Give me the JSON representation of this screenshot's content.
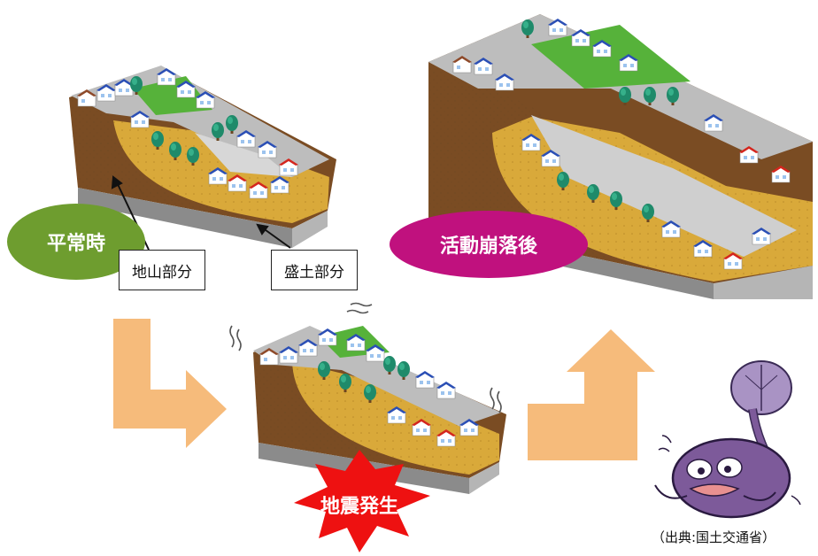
{
  "labels": {
    "normal": "平常時",
    "natural_ground": "地山部分",
    "fill_part": "盛土部分",
    "earthquake": "地震発生",
    "after_collapse": "活動崩落後"
  },
  "source": "（出典:国土交通省）",
  "colors": {
    "normal_oval": "#6e9d2f",
    "after_oval": "#c0117e",
    "earthquake_burst": "#ee1111",
    "arrow": "#f6bb7b",
    "soil_dark": "#8a5a2b",
    "fill_yellow": "#e0ae3a",
    "grass": "#5cb23a",
    "catfish": "#7d5a9a"
  },
  "icons": [
    "house-icon",
    "tree-icon",
    "catfish-mascot-icon"
  ]
}
